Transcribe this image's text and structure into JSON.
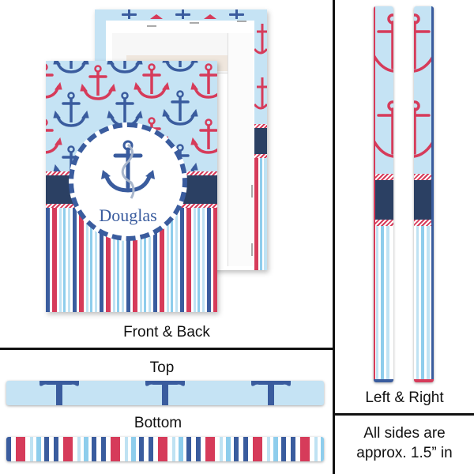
{
  "product": {
    "personalized_name": "Douglas",
    "colors": {
      "sky_blue": "#c5e3f4",
      "navy": "#2b4063",
      "anchor_blue": "#3a5c9e",
      "anchor_red": "#d63b5a",
      "light_stripe": "#8ecdec"
    }
  },
  "panels": {
    "front_back": {
      "label": "Front & Back"
    },
    "top": {
      "label": "Top"
    },
    "bottom": {
      "label": "Bottom"
    },
    "left_right": {
      "label": "Left & Right"
    },
    "note": {
      "line1": "All sides are",
      "line2": "approx. 1.5” in"
    }
  }
}
